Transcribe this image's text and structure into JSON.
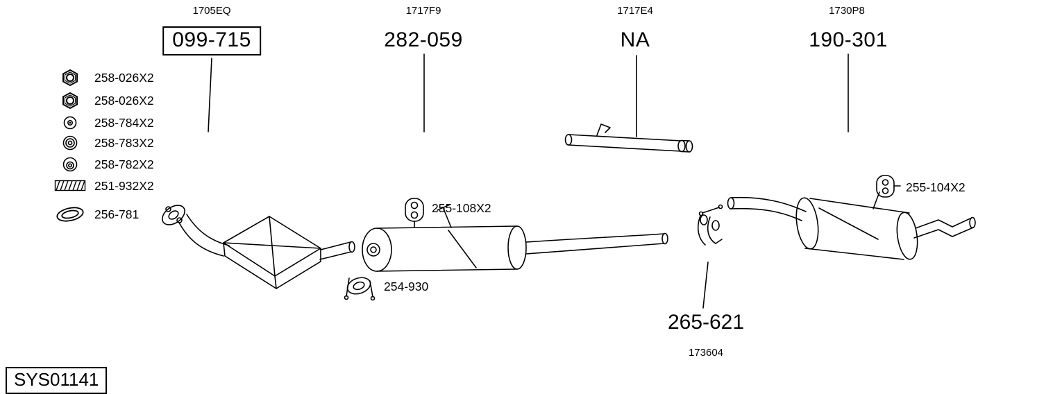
{
  "diagram_code": "SYS01141",
  "columns": [
    {
      "ref": "1705EQ",
      "part": "099-715",
      "boxed": true
    },
    {
      "ref": "1717F9",
      "part": "282-059",
      "boxed": false
    },
    {
      "ref": "1717E4",
      "part": "NA",
      "boxed": false
    },
    {
      "ref": "1730P8",
      "part": "190-301",
      "boxed": false
    }
  ],
  "side_parts": [
    {
      "part": "258-026X2",
      "icon": "hex-nut"
    },
    {
      "part": "258-026X2",
      "icon": "hex-nut"
    },
    {
      "part": "258-784X2",
      "icon": "washer"
    },
    {
      "part": "258-783X2",
      "icon": "washer-rings"
    },
    {
      "part": "258-782X2",
      "icon": "grommet"
    },
    {
      "part": "251-932X2",
      "icon": "spring"
    },
    {
      "part": "256-781",
      "icon": "gasket-ring"
    }
  ],
  "callouts": {
    "hanger_mid": "255-108X2",
    "clamp": "254-930",
    "joint": "265-621",
    "joint_ref": "173604",
    "hanger_rear": "255-104X2"
  },
  "colors": {
    "line": "#000000",
    "background": "#ffffff"
  }
}
